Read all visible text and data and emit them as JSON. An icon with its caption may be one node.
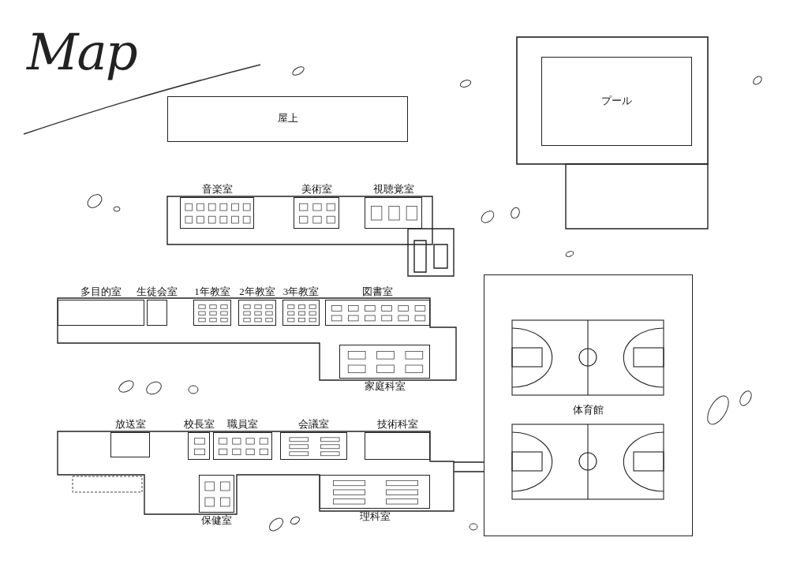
{
  "diagram": {
    "title": "Map",
    "nodes": [
      {
        "text": [
          "屋上"
        ]
      },
      {
        "text": [
          "プール"
        ]
      },
      {
        "text": [
          "音楽室"
        ]
      },
      {
        "text": [
          "美術室"
        ]
      },
      {
        "text": [
          "視聴覚室"
        ]
      },
      {
        "text": [
          "多目的室"
        ]
      },
      {
        "text": [
          "生徒会室"
        ]
      },
      {
        "text": [
          "1年教室"
        ]
      },
      {
        "text": [
          "2年教室"
        ]
      },
      {
        "text": [
          "3年教室"
        ]
      },
      {
        "text": [
          "図書室"
        ]
      },
      {
        "text": [
          "家庭科室"
        ]
      },
      {
        "text": [
          "放送室"
        ]
      },
      {
        "text": [
          "校長室"
        ]
      },
      {
        "text": [
          "職員室"
        ]
      },
      {
        "text": [
          "会議室"
        ]
      },
      {
        "text": [
          "技術科室"
        ]
      },
      {
        "text": [
          "保健室"
        ]
      },
      {
        "text": [
          "理科室"
        ]
      },
      {
        "text": [
          "体育館"
        ]
      }
    ]
  }
}
